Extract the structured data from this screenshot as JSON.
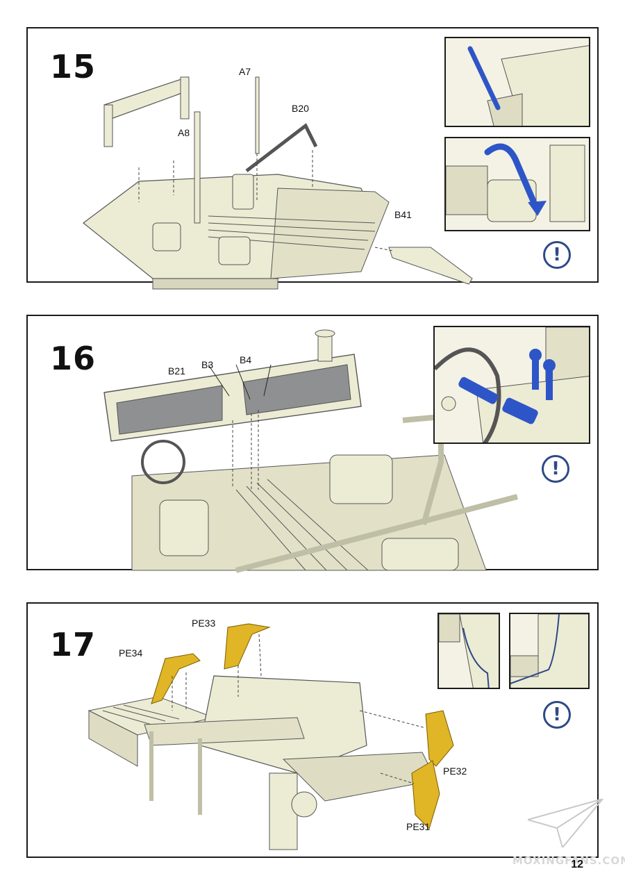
{
  "steps": [
    {
      "number": "15",
      "parts": [
        "A7",
        "B20",
        "A8",
        "B41"
      ]
    },
    {
      "number": "16",
      "parts": [
        "B21",
        "B3",
        "B4"
      ]
    },
    {
      "number": "17",
      "parts": [
        "PE33",
        "PE34",
        "PE32",
        "PE31"
      ]
    }
  ],
  "warning_glyph": "!",
  "page_number": "12",
  "watermark": "MOXINGFANS.COM",
  "colors": {
    "highlight_blue": "#2e55c8",
    "photo_etch_gold": "#e0b526",
    "model_cream": "#ecebd4",
    "warning_blue": "#2d4a86"
  },
  "icons": {
    "warning": "exclamation-circle-icon",
    "watermark_logo": "paper-plane-icon"
  }
}
